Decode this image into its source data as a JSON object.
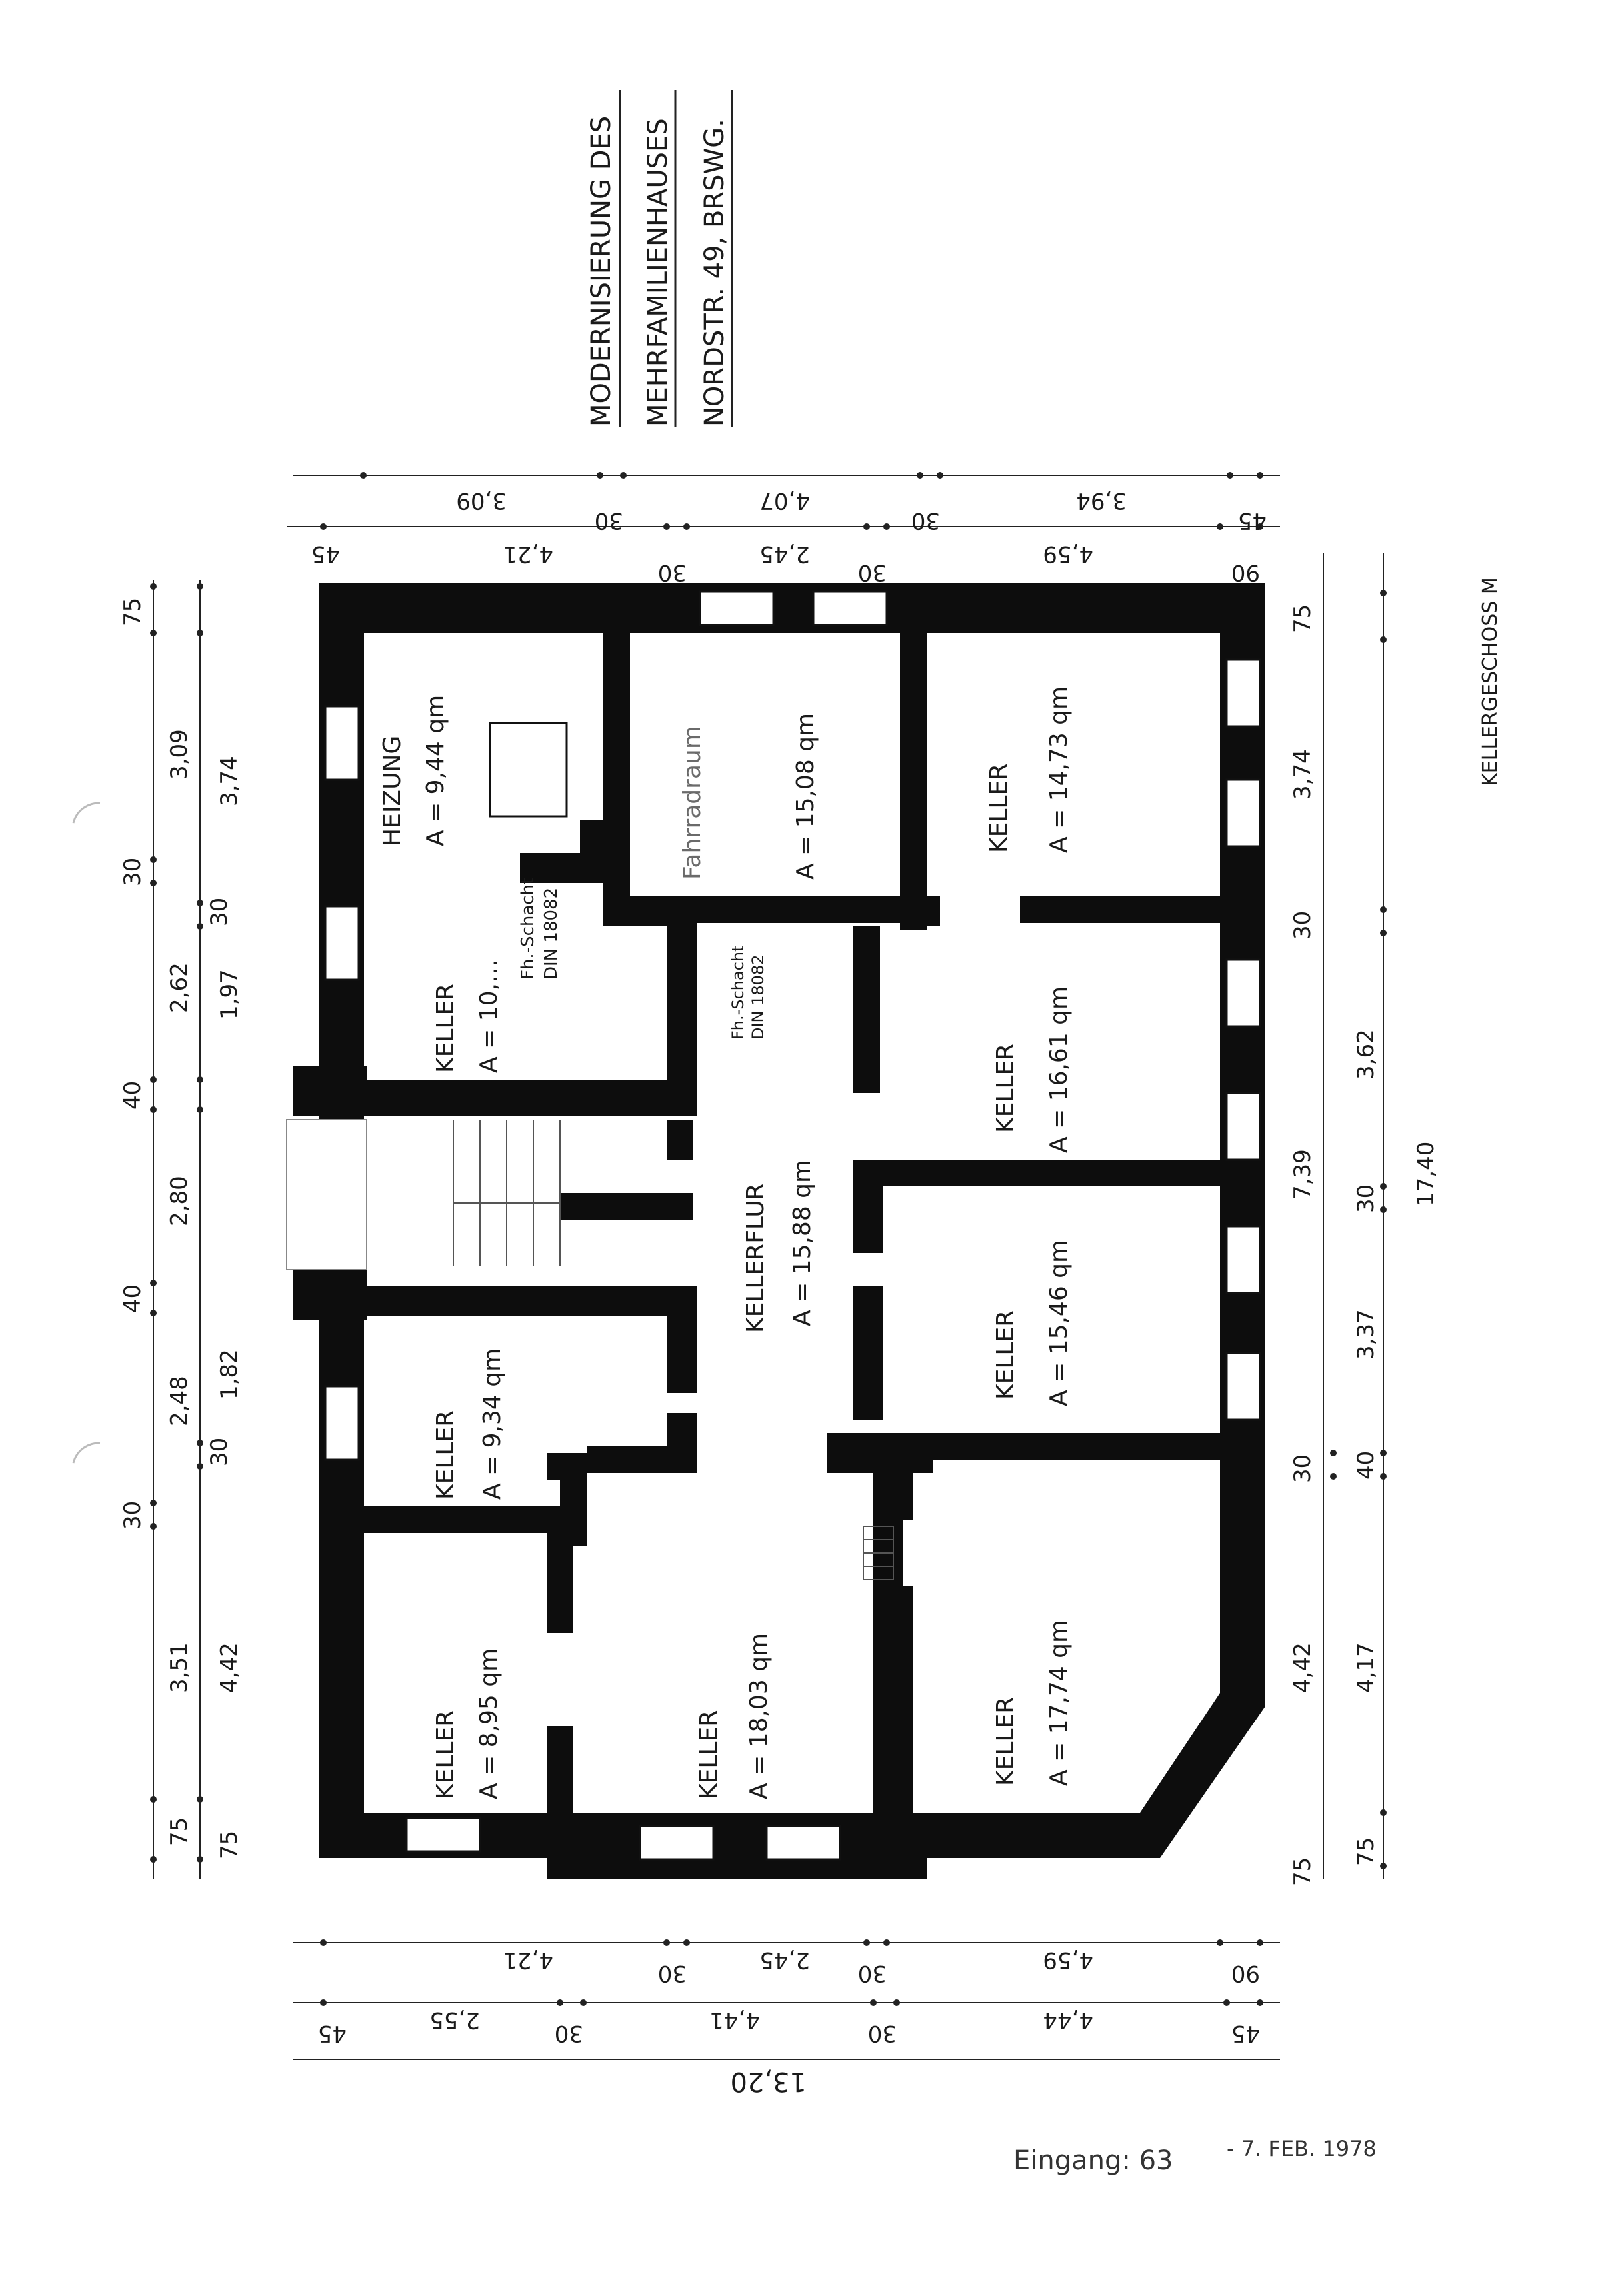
{
  "title": {
    "line1": "MODERNISIERUNG DES",
    "line2": "MEHRFAMILIENHAUSES",
    "line3": "NORDSTR. 49, BRSWG."
  },
  "sheet_label": "KELLERGESCHOSS M",
  "stamp": {
    "entry": "Eingang: 63",
    "date": "- 7. FEB. 1978"
  },
  "rooms": {
    "heizung": {
      "name": "HEIZUNG",
      "area": "A = 9,44 qm"
    },
    "fahrrad": {
      "name": "Fahrradraum",
      "area": "A = 15,08 qm"
    },
    "keller_ne": {
      "name": "KELLER",
      "area": "A = 14,73 qm"
    },
    "keller_w1": {
      "name": "KELLER",
      "area": "A = 10,…",
      "note1": "Fh.-Schacht",
      "note2": "DIN 18082"
    },
    "flur_note": {
      "line1": "Fh.-Schacht",
      "line2": "DIN 18082"
    },
    "keller_e1": {
      "name": "KELLER",
      "area": "A = 16,61 qm"
    },
    "flur": {
      "name": "KELLERFLUR",
      "area": "A = 15,88 qm"
    },
    "keller_e2": {
      "name": "KELLER",
      "area": "A = 15,46 qm"
    },
    "keller_w2": {
      "name": "KELLER",
      "area": "A = 9,34 qm"
    },
    "keller_sw": {
      "name": "KELLER",
      "area": "A = 8,95 qm"
    },
    "keller_s": {
      "name": "KELLER",
      "area": "A = 18,03 qm"
    },
    "keller_se": {
      "name": "KELLER",
      "area": "A = 17,74 qm"
    }
  },
  "dims": {
    "top_outer": [
      "3,09",
      "30",
      "4,07",
      "30",
      "3,94",
      "45"
    ],
    "top_inner": [
      "45",
      "4,21",
      "30",
      "2,45",
      "30",
      "4,59",
      "90"
    ],
    "left_outer": [
      "75",
      "3,09",
      "30",
      "2,62",
      "40",
      "2,80",
      "40",
      "2,48",
      "30",
      "3,51",
      "75"
    ],
    "left_inner": [
      "3,74",
      "30",
      "1,97",
      "1,82",
      "30",
      "4,42",
      "75"
    ],
    "right_inner": [
      "75",
      "3,74",
      "30",
      "3,62",
      "30",
      "3,37",
      "30",
      "4,42",
      "75"
    ],
    "right_outer": [
      "7,39",
      "40",
      "4,17",
      "75"
    ],
    "right_total": "17,40",
    "bottom_1": [
      "4,21",
      "30",
      "2,45",
      "30",
      "4,59",
      "90"
    ],
    "bottom_2": [
      "45",
      "2,55",
      "30",
      "4,41",
      "30",
      "4,44",
      "45"
    ],
    "bottom_total": "13,20"
  }
}
